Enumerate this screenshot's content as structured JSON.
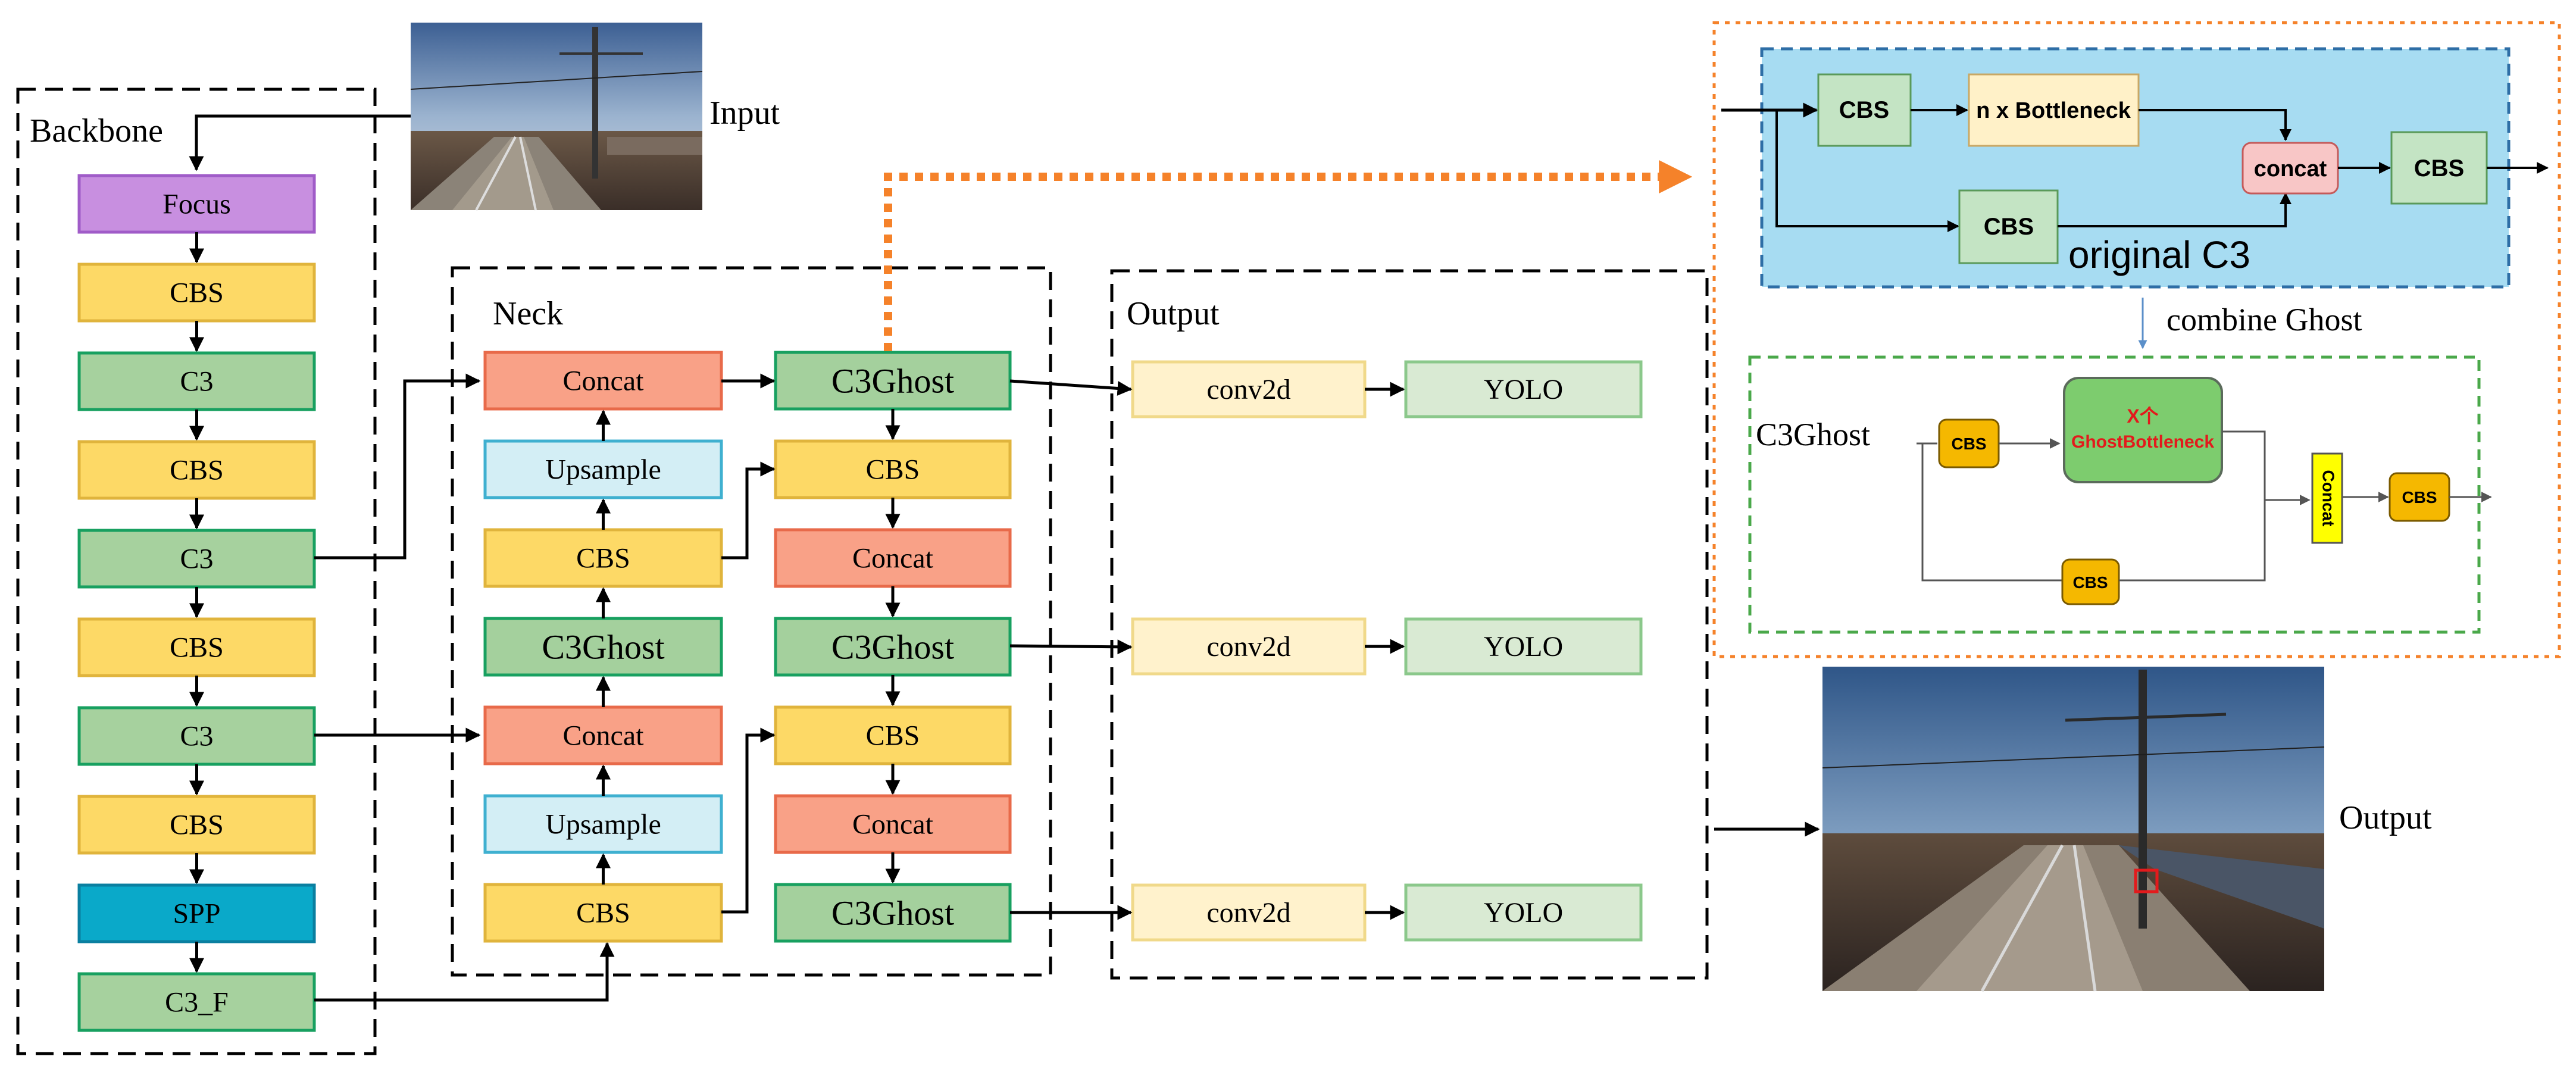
{
  "input_label": "Input",
  "output_image_label": "Output",
  "backbone": {
    "title": "Backbone",
    "blocks": [
      "Focus",
      "CBS",
      "C3",
      "CBS",
      "C3",
      "CBS",
      "C3",
      "CBS",
      "SPP",
      "C3_F"
    ]
  },
  "neck": {
    "title": "Neck",
    "left_column": [
      "Concat",
      "Upsample",
      "CBS",
      "C3Ghost",
      "Concat",
      "Upsample",
      "CBS"
    ],
    "right_column": [
      "C3Ghost",
      "CBS",
      "Concat",
      "C3Ghost",
      "CBS",
      "Concat",
      "C3Ghost"
    ]
  },
  "output": {
    "title": "Output",
    "rows": [
      {
        "conv": "conv2d",
        "head": "YOLO"
      },
      {
        "conv": "conv2d",
        "head": "YOLO"
      },
      {
        "conv": "conv2d",
        "head": "YOLO"
      }
    ]
  },
  "original_c3": {
    "title": "original C3",
    "cbs_top": "CBS",
    "bottleneck": "n x Bottleneck",
    "cbs_bottom": "CBS",
    "concat": "concat",
    "cbs_out": "CBS"
  },
  "combine_label": "combine Ghost",
  "c3ghost_detail": {
    "title": "C3Ghost",
    "cbs_in": "CBS",
    "ghost_count": "X个",
    "ghost_name": "GhostBottleneck",
    "concat": "Concat",
    "cbs_bottom": "CBS",
    "cbs_out": "CBS"
  },
  "colors": {
    "focus": "#c88fe0",
    "cbs": "#fdd966",
    "c3": "#a6d19e",
    "spp": "#0aa9c9",
    "concat": "#f9a187",
    "upsample": "#d3eef5",
    "c3ghost": "#a4d09d",
    "conv2d": "#fff2cc",
    "yolo": "#d9ead3",
    "c3_panel_bg": "#a7dcf2",
    "dotted_arrow": "#f5822a",
    "detection_box": "#e31a1c"
  }
}
